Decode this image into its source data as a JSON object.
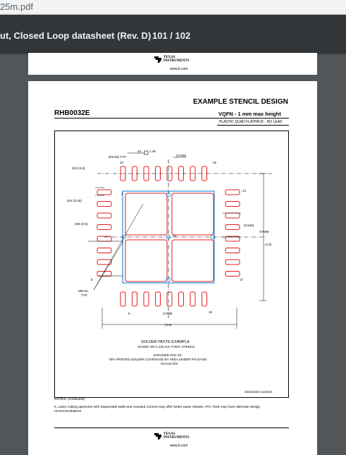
{
  "browser_tab": {
    "title": "25m.pdf"
  },
  "toolbar": {
    "doc_title": "ut, Closed Loop datasheet (Rev. D)",
    "pager": "101 / 102"
  },
  "logo": {
    "line1": "TEXAS",
    "line2": "INSTRUMENTS",
    "url": "www.ti.com"
  },
  "page": {
    "header_title": "EXAMPLE STENCIL DESIGN",
    "package_id": "RHB0032E",
    "package_desc": "VQFN - 1 mm max height",
    "package_sub": "PLASTIC QUAD FLATPACK - NO LEAD"
  },
  "drawing": {
    "labels": {
      "r_typ": "(R0.05) TYP",
      "x32_06": "32X (0.6)",
      "x32_025": "32X (0.25)",
      "x28_05": "28X (0.5)",
      "x4_149": "4X",
      "box_val": "1.49",
      "d0845_top": "(0.845)",
      "d0845_right": "(0.845)",
      "d48_right": "(4.8)",
      "d48_bottom": "(4.8)",
      "symm": "SYMM",
      "metal": "METAL",
      "typ": "TYP",
      "pin1": "1",
      "pin8": "8",
      "pin9": "9",
      "pin16": "16",
      "pin17": "17",
      "pin24": "24",
      "pin25": "25",
      "pin32": "32",
      "pad33": "33"
    },
    "caption_1": "SOLDER PASTE EXAMPLE",
    "caption_2": "BASED ON 0.125 mm THICK STENCIL",
    "caption_3": "EXPOSED PAD 33:",
    "caption_4": "75% PRINTED SOLDER COVERAGE BY AREA UNDER PACKAGE",
    "caption_5": "SCALE:20X",
    "doc_number": "4223442/A   11/2016"
  },
  "notes": {
    "heading": "NOTES: (continued)",
    "note6": "6. Laser cutting apertures with trapezoidal walls and rounded corners may offer better paste release. IPC-7525 may have alternate design recommendations."
  },
  "colors": {
    "pad_red": "#e01b1b",
    "outline_blue": "#2b8fd6"
  }
}
